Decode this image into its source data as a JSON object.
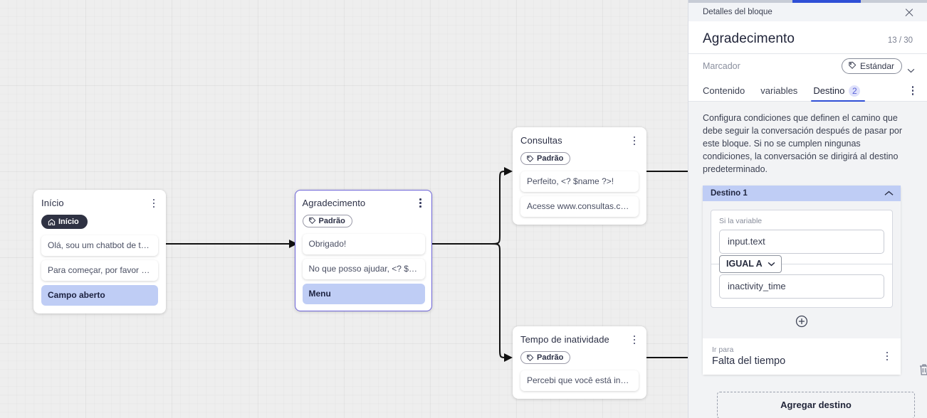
{
  "panel": {
    "header_title": "Detalles del bloque",
    "close_icon": "close-icon",
    "block_title": "Agradecimento",
    "char_count": "13 / 30",
    "marker_label": "Marcador",
    "marker_chip": "Estándar",
    "tabs": [
      {
        "label": "Contenido",
        "badge": "",
        "active": false
      },
      {
        "label": "variables",
        "badge": "",
        "active": false
      },
      {
        "label": "Destino",
        "badge": "2",
        "active": true
      }
    ],
    "description": "Configura condiciones que definen el camino que debe seguir la conversación después de pasar por este bloque. Si no se cumplen ningunas condiciones, la conversación se dirigirá al destino predeterminado.",
    "destination": {
      "header_label": "Destino 1",
      "collapse_icon": "chevron-up-icon",
      "delete_icon": "trash-icon",
      "condition_label": "Si la variable",
      "variable_value": "input.text",
      "operator": "IGUAL A",
      "comparison_value": "inactivity_time",
      "add_condition_icon": "plus-circle-icon"
    },
    "goto": {
      "label": "Ir para",
      "value": "Falta del tiempo",
      "menu_icon": "kebab-menu-icon"
    },
    "add_destination_label": "Agregar destino",
    "accent_color": "#2f4fd6",
    "highlight_color": "#bfcdf5"
  },
  "canvas": {
    "nodes": [
      {
        "id": "inicio",
        "title": "Início",
        "tag": "Início",
        "tag_icon": "home-icon",
        "tag_style": "dark",
        "selected": false,
        "messages": [
          {
            "text": "Olá, sou um chatbot de teste!",
            "highlight": false
          },
          {
            "text": "Para começar, por favor digite o ...",
            "highlight": false
          },
          {
            "text": "Campo aberto",
            "highlight": true
          }
        ]
      },
      {
        "id": "agradecimento",
        "title": "Agradecimento",
        "tag": "Padrão",
        "tag_icon": "tag-icon",
        "tag_style": "outline",
        "selected": true,
        "messages": [
          {
            "text": "Obrigado!",
            "highlight": false
          },
          {
            "text": "No que posso ajudar, <? $name ...",
            "highlight": false
          },
          {
            "text": "Menu",
            "highlight": true
          }
        ]
      },
      {
        "id": "consultas",
        "title": "Consultas",
        "tag": "Padrão",
        "tag_icon": "tag-icon",
        "tag_style": "outline",
        "selected": false,
        "messages": [
          {
            "text": "Perfeito, <? $name ?>!",
            "highlight": false
          },
          {
            "text": "Acesse www.consultas.com par...",
            "highlight": false
          }
        ]
      },
      {
        "id": "inatividade",
        "title": "Tempo de inatividade",
        "tag": "Padrão",
        "tag_icon": "tag-icon",
        "tag_style": "outline",
        "selected": false,
        "messages": [
          {
            "text": "Percebi que você está inativo. C...",
            "highlight": false
          }
        ]
      }
    ]
  }
}
